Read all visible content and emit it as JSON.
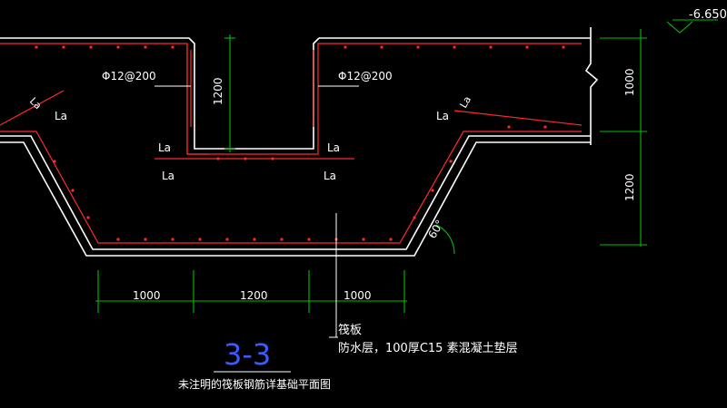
{
  "drawing": {
    "level_label": "-6.650",
    "rebar_left": "Φ12@200",
    "rebar_right": "Φ12@200",
    "la": "La",
    "dims_vertical": {
      "wall_depth": "1200",
      "right_upper": "1000",
      "right_lower": "1200"
    },
    "dims_bottom": [
      "1000",
      "1200",
      "1000"
    ],
    "angle": "60°",
    "note_line1": "筏板",
    "note_line2": "防水层，100厚C15 素混凝土垫层",
    "section_title": "3-3",
    "caption": "未注明的筏板钢筋详基础平面图"
  },
  "colors": {
    "background": "#000000",
    "outline": "#ffffff",
    "rebar": "#ff2a2a",
    "dimension": "#00c000",
    "title": "#3a5cff",
    "text": "#ffffff"
  }
}
